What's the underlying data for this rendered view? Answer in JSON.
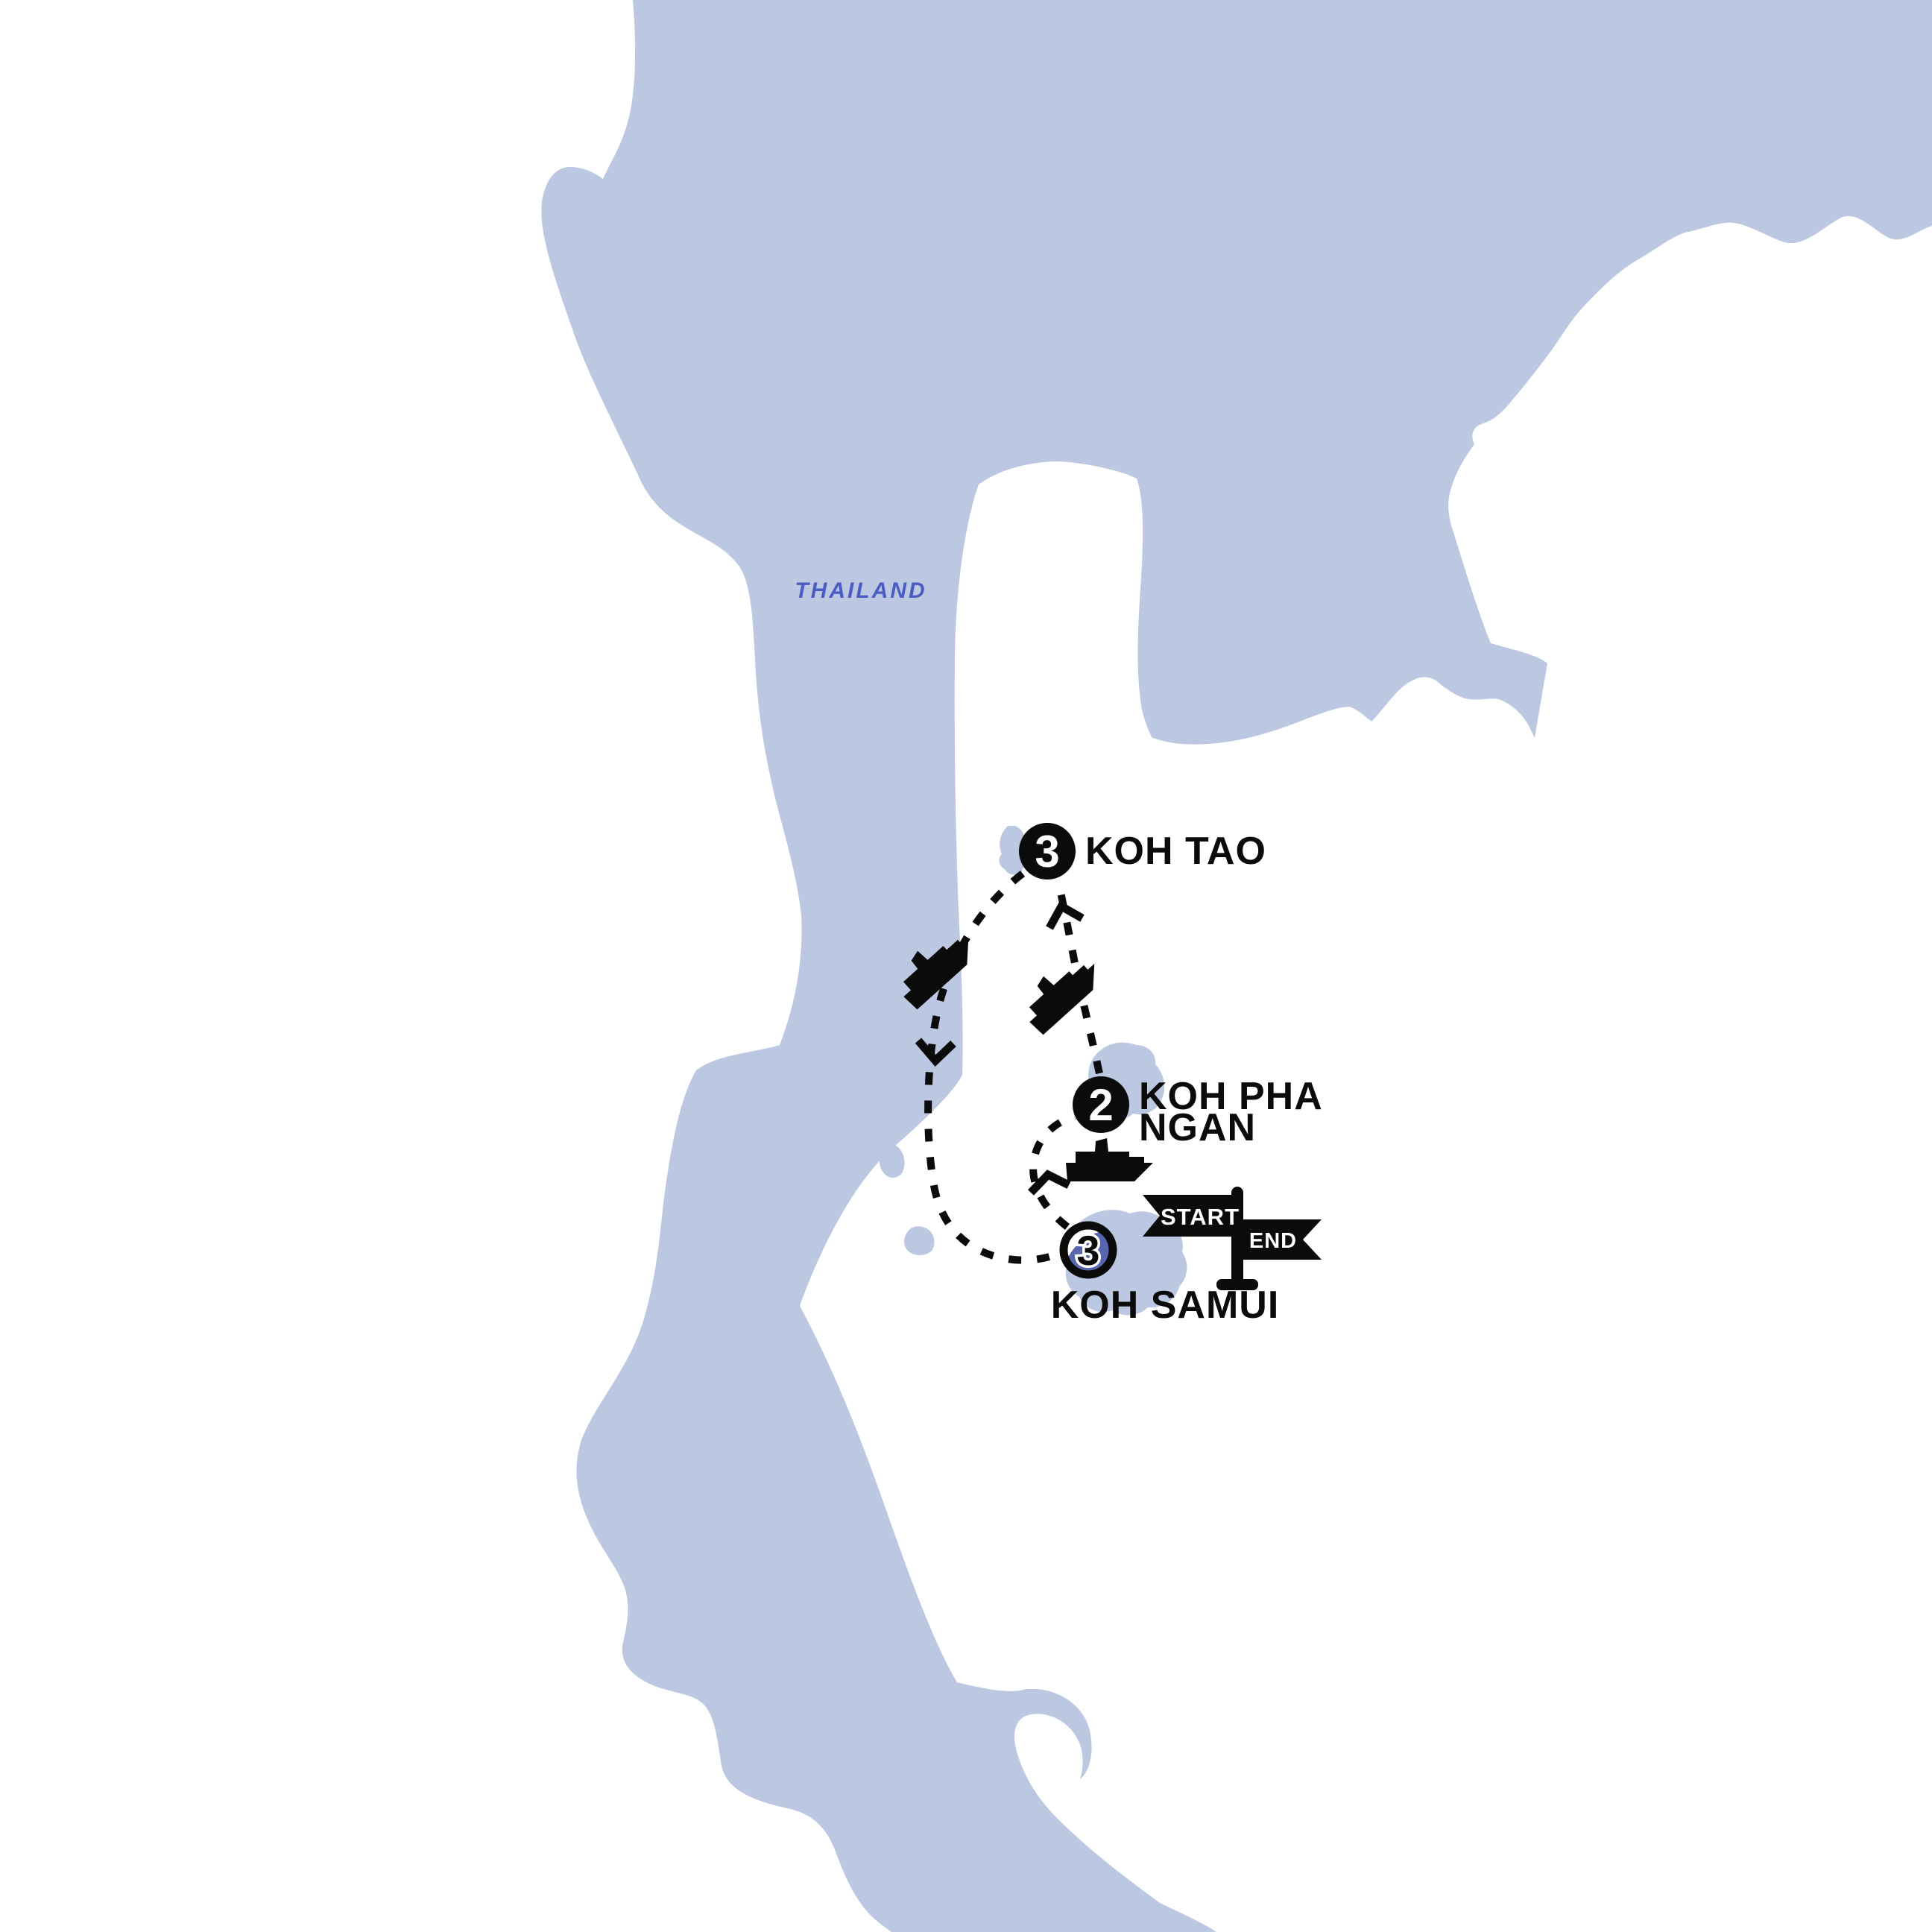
{
  "map": {
    "region_label": "THAILAND",
    "colors": {
      "sea": "#ffffff",
      "land": "#bcc7e1",
      "highlight_island": "#5766ae",
      "route": "#0b0b0b",
      "region_label_color": "#4a5cc4"
    },
    "locations": [
      {
        "id": "koh-tao",
        "name": "KOH TAO",
        "nights": "3"
      },
      {
        "id": "koh-pha-ngan",
        "name": "KOH PHA NGAN",
        "name_line1": "KOH PHA",
        "name_line2": "NGAN",
        "nights": "2"
      },
      {
        "id": "koh-samui",
        "name": "KOH SAMUI",
        "nights": "3"
      }
    ],
    "flags": {
      "start": "START",
      "end": "END"
    },
    "icons": [
      {
        "name": "ferry-icon",
        "count": 3
      },
      {
        "name": "route-arrow-icon",
        "count": 3
      },
      {
        "name": "start-end-flag-icon",
        "count": 1
      }
    ]
  }
}
